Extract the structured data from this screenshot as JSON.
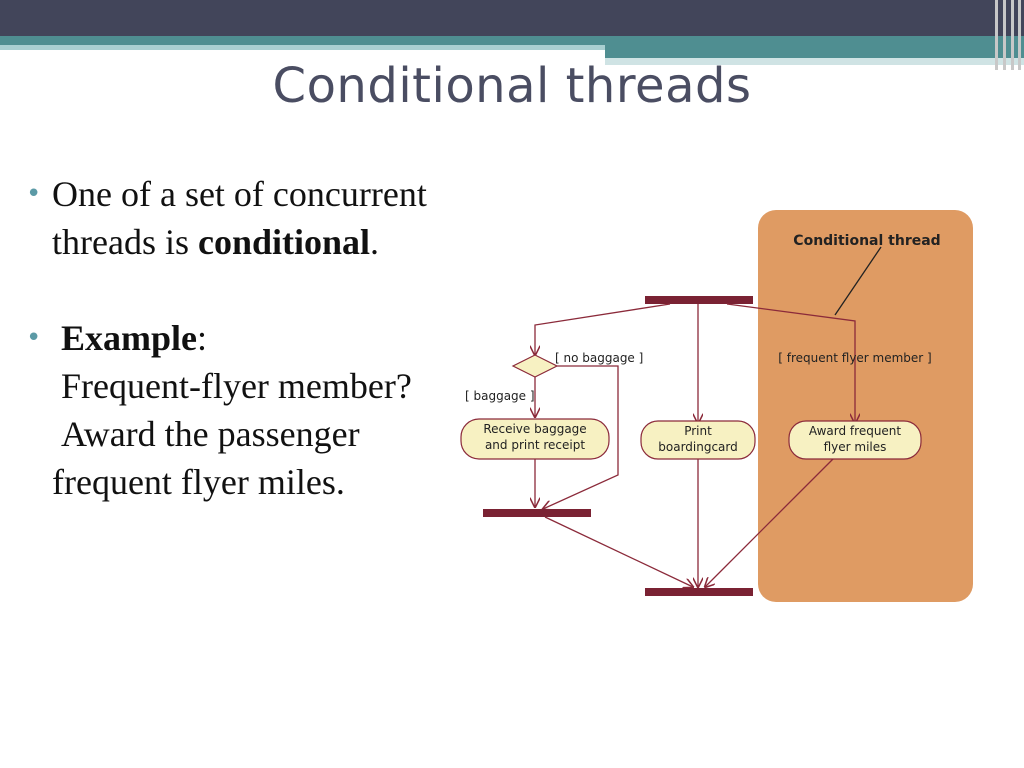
{
  "slide": {
    "title": "Conditional threads",
    "bullet1": {
      "text_a": "One of a set of concurrent threads is ",
      "bold": "conditional",
      "text_b": "."
    },
    "bullet2": {
      "bold": "Example",
      "colon": ":",
      "sub1": "Frequent-flyer member?",
      "sub2": "Award the passenger frequent flyer miles."
    }
  },
  "diagram": {
    "region_label": "Conditional thread",
    "guard_no_baggage": "[ no baggage ]",
    "guard_baggage": "[ baggage ]",
    "guard_frequent": "[ frequent flyer member ]",
    "activity1_line1": "Receive baggage",
    "activity1_line2": "and print receipt",
    "activity2_line1": "Print",
    "activity2_line2": "boardingcard",
    "activity3_line1": "Award frequent",
    "activity3_line2": "flyer miles",
    "colors": {
      "region": "#df9b63",
      "bar": "#7a2233",
      "line": "#8b2a3a",
      "node_fill": "#f7f1c2"
    }
  }
}
